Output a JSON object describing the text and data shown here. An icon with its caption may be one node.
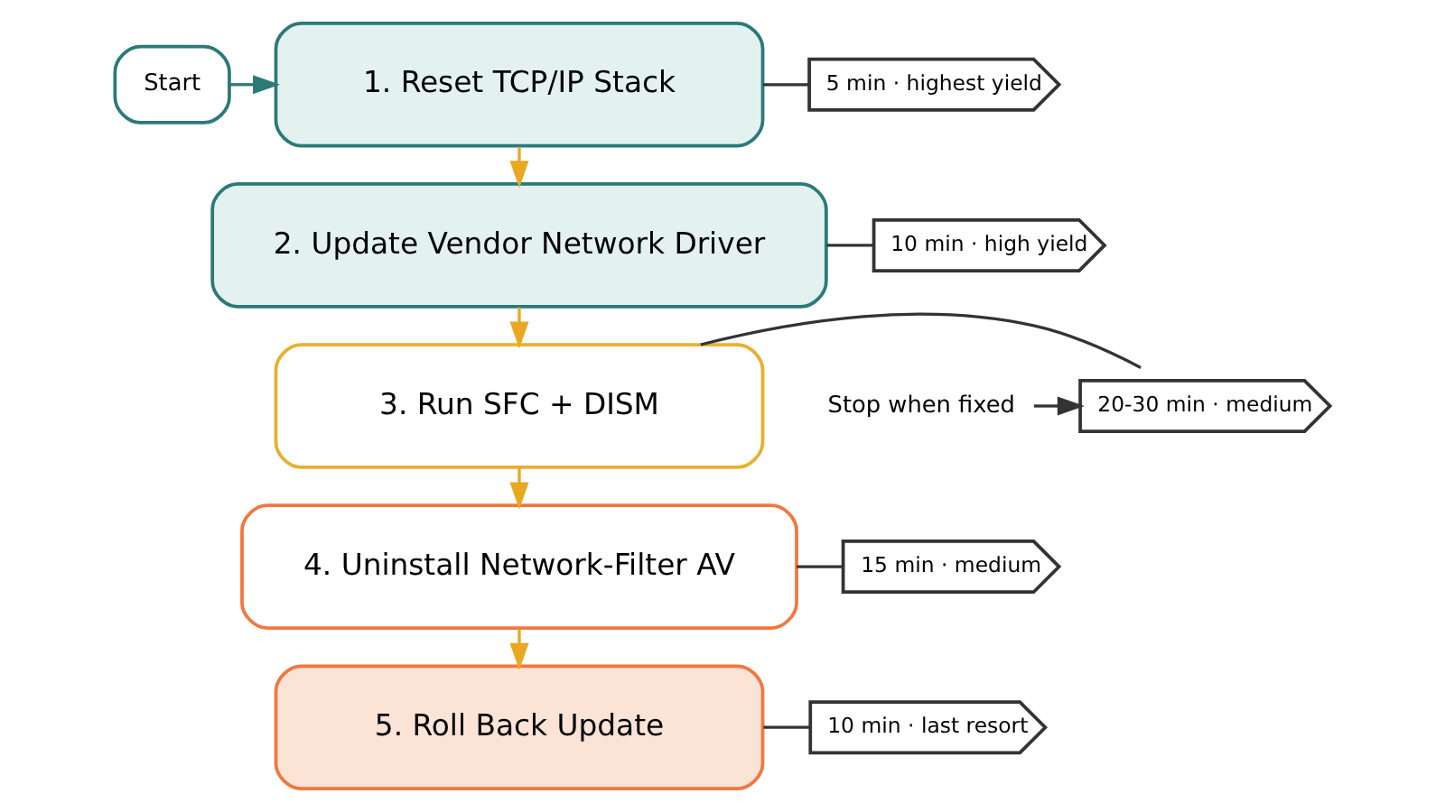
{
  "diagram": {
    "nodes": [
      {
        "text": [
          "Start"
        ]
      },
      {
        "text": [
          "1. Reset TCP/IP Stack"
        ]
      },
      {
        "text": [
          "5 min · highest yield"
        ]
      },
      {
        "text": [
          "2. Update Vendor Network Driver"
        ]
      },
      {
        "text": [
          "10 min · high yield"
        ]
      },
      {
        "text": [
          "3. Run SFC + DISM"
        ]
      },
      {
        "text": [
          "20-30 min · medium"
        ]
      },
      {
        "text": [
          "Stop when fixed"
        ]
      },
      {
        "text": [
          "4. Uninstall Network-Filter AV"
        ]
      },
      {
        "text": [
          "15 min · medium"
        ]
      },
      {
        "text": [
          "5. Roll Back Update"
        ]
      },
      {
        "text": [
          "10 min · last resort"
        ]
      }
    ],
    "edges": [
      {
        "from": 0,
        "to": 1,
        "arrow": "to",
        "color": "#2a7a78"
      },
      {
        "from": 1,
        "to": 3,
        "arrow": "to",
        "color": "#e8a820"
      },
      {
        "from": 3,
        "to": 5,
        "arrow": "to",
        "color": "#e8a820"
      },
      {
        "from": 5,
        "to": 8,
        "arrow": "to",
        "color": "#e8a820"
      },
      {
        "from": 8,
        "to": 10,
        "arrow": "to",
        "color": "#e8a820"
      },
      {
        "from": 1,
        "to": 2,
        "arrow": "none"
      },
      {
        "from": 3,
        "to": 4,
        "arrow": "none"
      },
      {
        "from": 5,
        "to": 6,
        "arrow": "none"
      },
      {
        "from": 8,
        "to": 9,
        "arrow": "none"
      },
      {
        "from": 10,
        "to": 11,
        "arrow": "none"
      },
      {
        "from": 7,
        "to": 6,
        "arrow": "to"
      }
    ]
  }
}
